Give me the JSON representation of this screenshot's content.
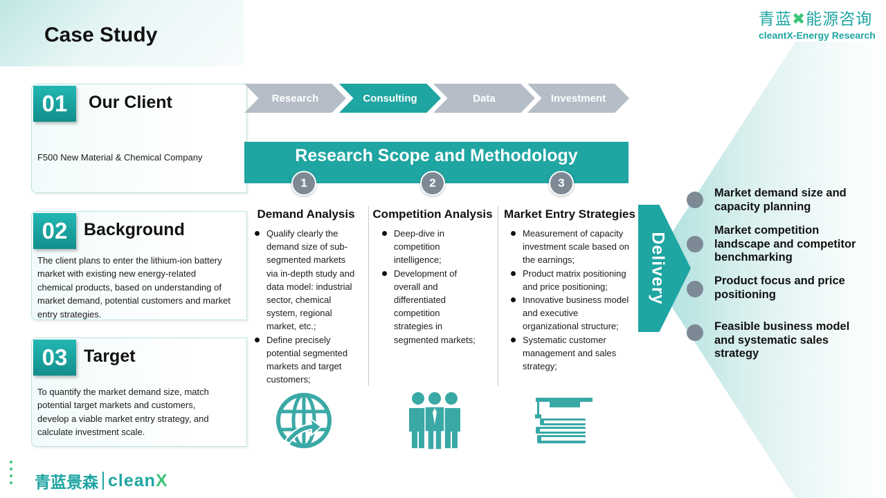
{
  "page_title": "Case Study",
  "logo_top": {
    "cn_left": "青蓝",
    "cn_right": "能源咨询",
    "en": "cleantX-Energy Research"
  },
  "cards": [
    {
      "num": "01",
      "title": "Our Client",
      "body": "F500 New Material & Chemical Company"
    },
    {
      "num": "02",
      "title": "Background",
      "body": "The client plans to enter the lithium-ion battery market with existing new energy-related chemical products, based on understanding of market demand, potential customers and market entry strategies."
    },
    {
      "num": "03",
      "title": "Target",
      "body": "To quantify the market demand size, match potential target markets and customers, develop a viable market entry strategy, and calculate investment scale."
    }
  ],
  "process": [
    {
      "label": "Research",
      "active": false
    },
    {
      "label": "Consulting",
      "active": true
    },
    {
      "label": "Data",
      "active": false
    },
    {
      "label": "Investment",
      "active": false
    }
  ],
  "scope_title": "Research Scope and Methodology",
  "columns": [
    {
      "num": "1",
      "title": "Demand Analysis",
      "bullets": [
        "Qualify clearly the demand size of sub-segmented markets via in-depth study and data model: industrial sector, chemical system, regional market, etc.;",
        "Define precisely potential segmented markets and target customers;"
      ]
    },
    {
      "num": "2",
      "title": "Competition Analysis",
      "bullets": [
        "Deep-dive in competition intelligence;",
        "Development of overall and differentiated competition strategies in segmented markets;"
      ]
    },
    {
      "num": "3",
      "title": "Market Entry Strategies",
      "bullets": [
        "Measurement of capacity investment scale based on the earnings;",
        "Product matrix positioning and price positioning;",
        "Innovative business model and executive organizational structure;",
        "Systematic customer management and sales strategy;"
      ]
    }
  ],
  "delivery_label": "Delivery",
  "delivery_items": [
    "Market demand size and capacity planning",
    "Market competition landscape and competitor benchmarking",
    "Product focus and price positioning",
    "Feasible business model and systematic sales strategy"
  ],
  "logo_bottom": {
    "cn": "青蓝景森",
    "en_a": "clean",
    "en_b": "X"
  },
  "colors": {
    "teal": "#1fa5a2",
    "grey": "#b5bec6",
    "dot": "#7d8a96",
    "green": "#3cc47a"
  }
}
